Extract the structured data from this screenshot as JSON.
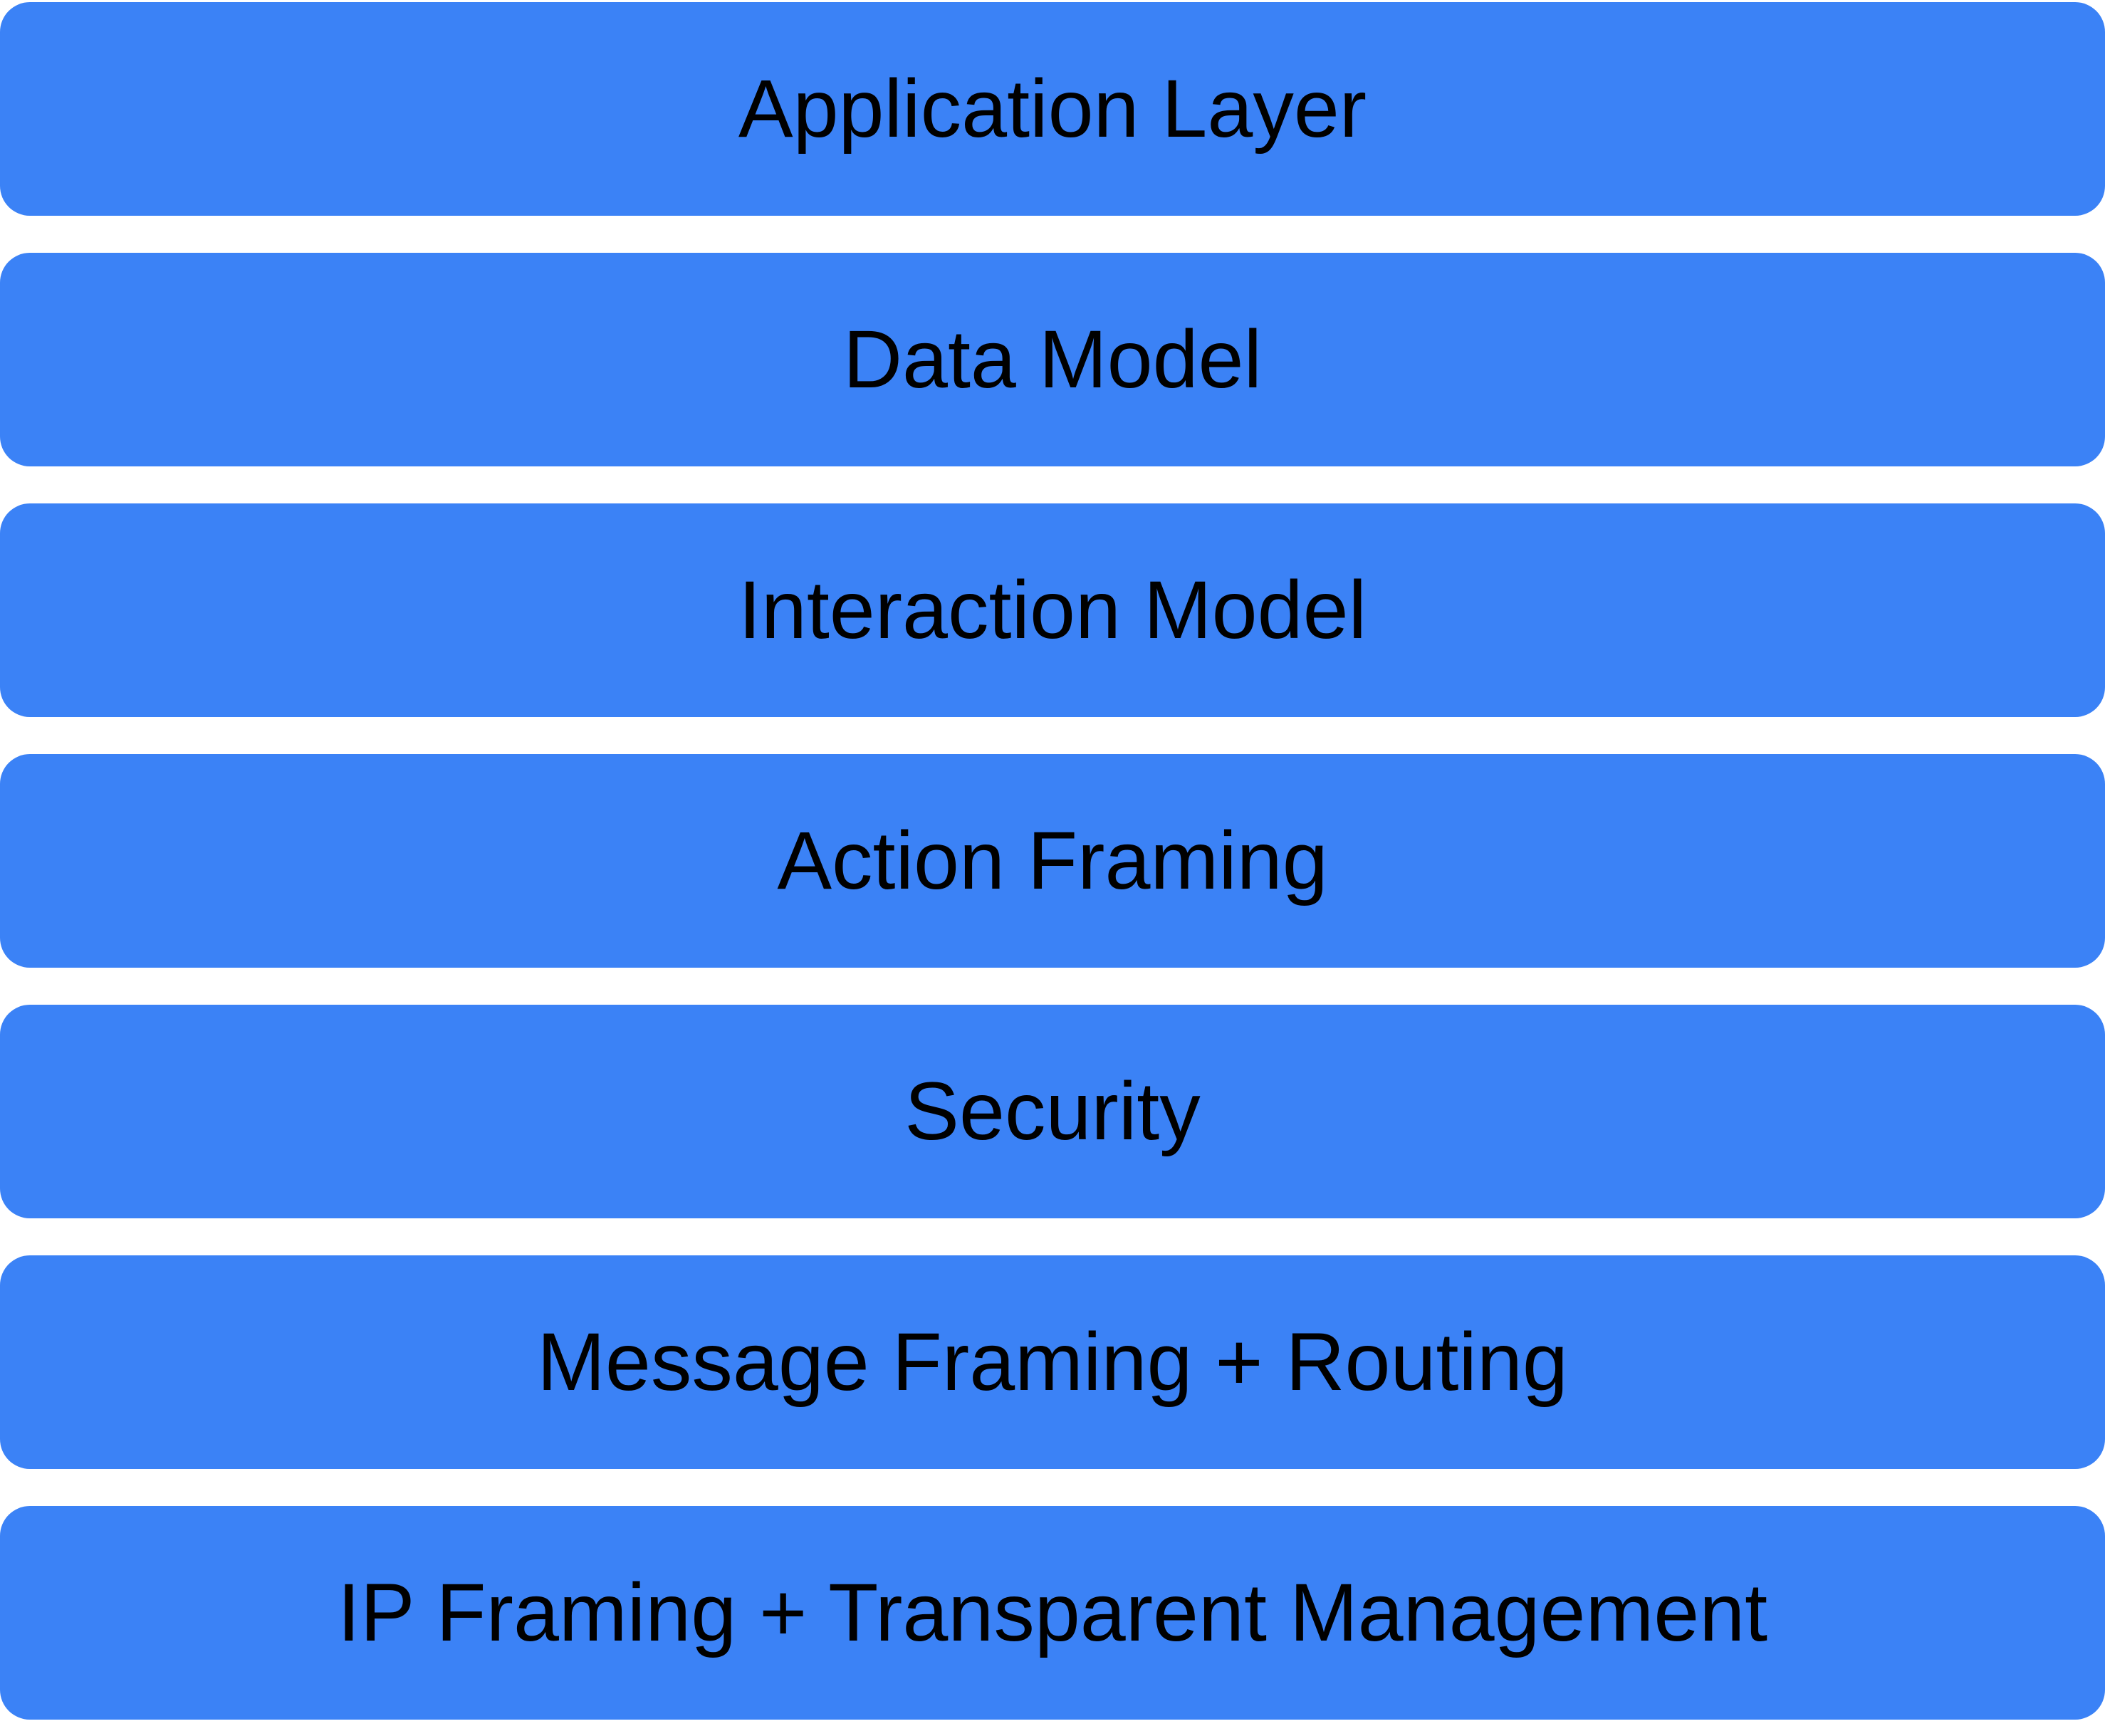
{
  "diagram": {
    "type": "layer-stack",
    "layers": [
      {
        "label": "Application Layer"
      },
      {
        "label": "Data Model"
      },
      {
        "label": "Interaction Model"
      },
      {
        "label": "Action Framing"
      },
      {
        "label": "Security"
      },
      {
        "label": "Message Framing + Routing"
      },
      {
        "label": "IP Framing + Transparent Management"
      }
    ],
    "colors": {
      "layer_fill": "#3b82f6",
      "label_text": "#000000",
      "background": "#ffffff"
    }
  }
}
